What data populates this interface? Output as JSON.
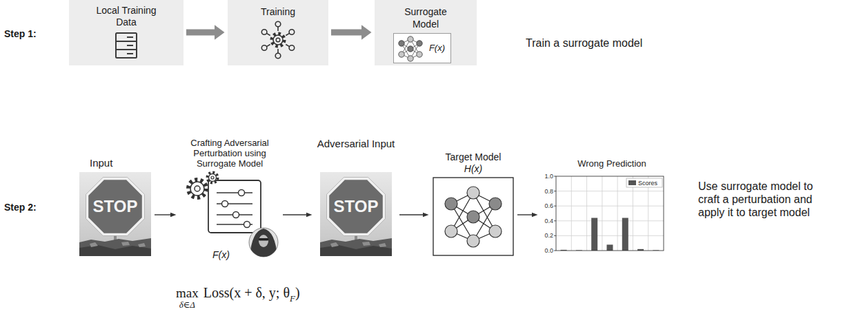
{
  "diagram": {
    "nodes": [
      {
        "text": [
          "Local Training Data"
        ]
      },
      {
        "text": [
          "Training"
        ]
      },
      {
        "text": [
          "Surrogate Model"
        ]
      },
      {
        "text": [
          "F(x)"
        ],
        "in": 2
      },
      {
        "text": [
          "Input"
        ]
      },
      {
        "text": [
          "Crafting Adversarial Perturbation using Surrogate Model",
          "F(x)"
        ]
      },
      {
        "text": [
          "Adversarial Input"
        ]
      },
      {
        "text": [
          "Target Model",
          "H(x)"
        ]
      },
      {
        "text": [
          "Wrong Prediction"
        ]
      }
    ],
    "edges": [
      {
        "from": 0,
        "to": 1,
        "arrow": "to"
      },
      {
        "from": 1,
        "to": 2,
        "arrow": "to"
      },
      {
        "from": 4,
        "to": 5,
        "arrow": "to"
      },
      {
        "from": 5,
        "to": 6,
        "arrow": "to"
      },
      {
        "from": 6,
        "to": 7,
        "arrow": "to"
      },
      {
        "from": 7,
        "to": 8,
        "arrow": "to"
      }
    ],
    "labels": [
      "Step 1:",
      "Train a surrogate model",
      "Step 2:",
      "STOP",
      "STOP",
      "1.0",
      "0.8",
      "0.6",
      "0.4",
      "0.2",
      "0.0",
      "Use surrogate model to craft a perturbation and apply it to target model",
      "max",
      "δ∈Δ",
      "Loss(x + δ, y; θ",
      "F",
      ")"
    ],
    "legend": [
      {
        "text": "Scores",
        "color": "#555555"
      }
    ]
  }
}
